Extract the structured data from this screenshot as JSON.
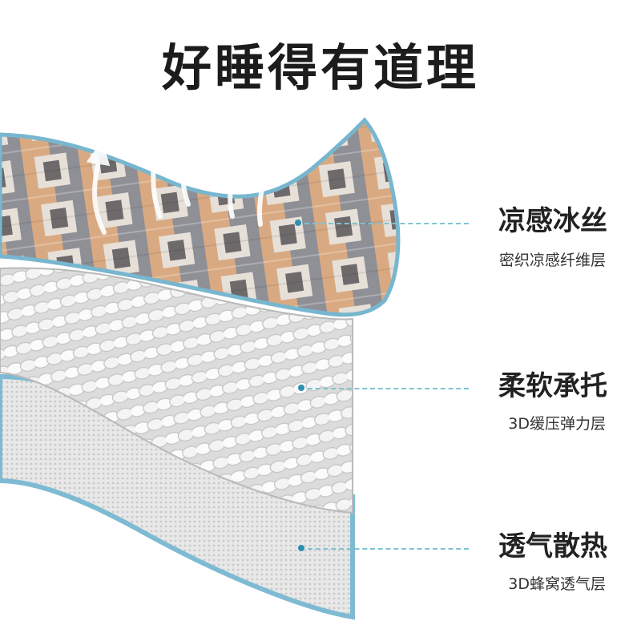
{
  "headline": "好睡得有道理",
  "colors": {
    "accent": "#6fb2cf",
    "leader": "#7ec3d2",
    "cool_fabric_tan": "#d7aa86",
    "cool_fabric_gray": "#8e8e94",
    "knit_white": "#f2f2f2",
    "mesh_gray": "#dcdcdc"
  },
  "layers": [
    {
      "id": "cool",
      "title": "凉感冰丝",
      "desc": "密织凉感纤维层"
    },
    {
      "id": "soft",
      "title": "柔软承托",
      "desc": "3D缓压弹力层"
    },
    {
      "id": "air",
      "title": "透气散热",
      "desc": "3D蜂窝透气层"
    }
  ],
  "icons": [
    "airflow-arrow-icon"
  ]
}
